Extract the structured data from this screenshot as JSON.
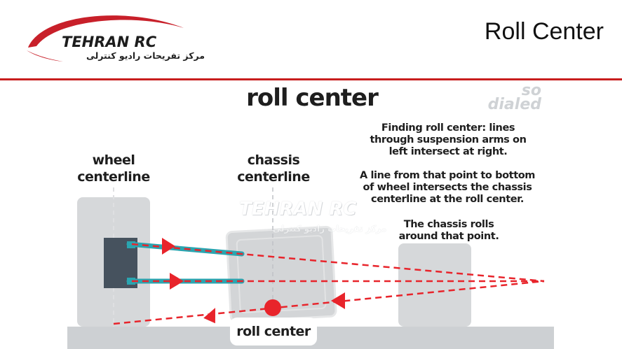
{
  "header": {
    "logo_text": "TEHRAN RC",
    "logo_subtitle": "مرکز تفریحات رادیو کنترلی",
    "page_title": "Roll Center"
  },
  "diagram": {
    "title": "roll center",
    "brand_mark": [
      "so",
      "dialed"
    ],
    "wheel_centerline_label": [
      "wheel",
      "centerline"
    ],
    "chassis_centerline_label": [
      "chassis",
      "centerline"
    ],
    "roll_center_label": "roll center",
    "notes": [
      [
        "Finding roll center: lines",
        "through suspension arms on",
        "left intersect at right."
      ],
      [
        "A line from that point to bottom",
        "of wheel intersects the chassis",
        "centerline at the roll center."
      ],
      [
        "The chassis rolls",
        "around that point."
      ]
    ]
  },
  "watermark": {
    "text": "TEHRAN RC",
    "subtitle": "مرکز تفریحات رادیو کنترلی"
  },
  "colors": {
    "accent_red": "#e8242b",
    "rule_red": "#c81e1e",
    "arm_teal": "#2aa5b0",
    "hub_dark": "#46525e",
    "block_gray": "#d3d5d7",
    "ground_gray": "#cdd0d3"
  }
}
